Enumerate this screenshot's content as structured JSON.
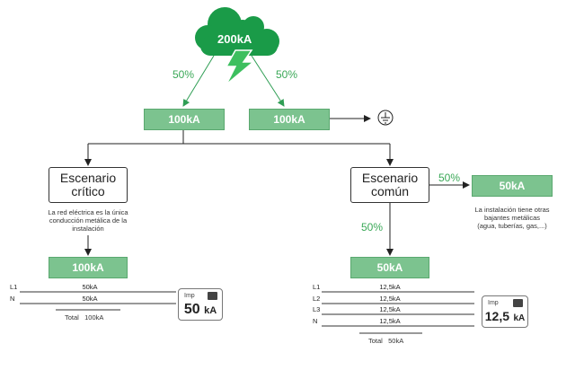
{
  "cloud": {
    "value": "200kA"
  },
  "split": {
    "left_pct": "50%",
    "right_pct": "50%"
  },
  "top_boxes": {
    "left": "100kA",
    "right": "100kA"
  },
  "icons": {
    "lightning": "lightning-bolt-icon",
    "ground": "ground-icon"
  },
  "critical": {
    "title_line1": "Escenario",
    "title_line2": "crítico",
    "note_line1": "La red eléctrica es la única",
    "note_line2": "conducción metálica de la",
    "note_line3": "instalación",
    "box": "100kA",
    "lines": [
      {
        "label": "L1",
        "value": "50kA"
      },
      {
        "label": "N",
        "value": "50kA"
      }
    ],
    "total_label": "Total",
    "total_value": "100kA",
    "imp_label": "Imp",
    "imp_value": "50",
    "imp_unit": "kA"
  },
  "common": {
    "title_line1": "Escenario",
    "title_line2": "común",
    "side_pct": "50%",
    "side_box": "50kA",
    "note_line1": "La instalación tiene otras",
    "note_line2": "bajantes metálicas",
    "note_line3": "(agua, tuberías, gas,...)",
    "down_pct": "50%",
    "box": "50kA",
    "lines": [
      {
        "label": "L1",
        "value": "12,5kA"
      },
      {
        "label": "L2",
        "value": "12,5kA"
      },
      {
        "label": "L3",
        "value": "12,5kA"
      },
      {
        "label": "N",
        "value": "12,5kA"
      }
    ],
    "total_label": "Total",
    "total_value": "50kA",
    "imp_label": "Imp",
    "imp_value": "12,5",
    "imp_unit": "kA"
  },
  "colors": {
    "green_dark": "#1a9b48",
    "green_box": "#7cc38f",
    "green_text": "#3aa857"
  }
}
